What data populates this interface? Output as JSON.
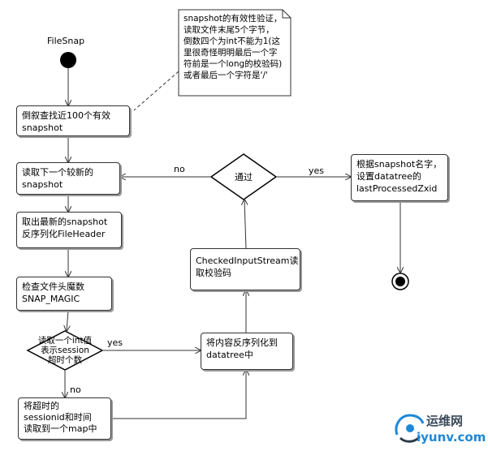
{
  "start_label": "FileSnap",
  "note": {
    "lines": [
      "snapshot的有效性验证，",
      "读取文件末尾5个字节，",
      "倒数四个为int不能为1(这",
      "里很奇怪明明最后一个字",
      "符前是一个long的校验码)",
      "或者最后一个字符是'/'"
    ]
  },
  "nodes": {
    "find_snapshots": [
      "倒叙查找近100个有效",
      "snapshot"
    ],
    "read_next": [
      "读取下一个较新的",
      "snapshot"
    ],
    "read_header": [
      "取出最新的snapshot",
      "反序列化FileHeader"
    ],
    "check_magic": [
      "检查文件头魔数",
      "SNAP_MAGIC"
    ],
    "read_int": [
      "读取一个int值",
      "表示session",
      "超时个数"
    ],
    "read_session_map": [
      "将超时的",
      "sessionid和时间",
      "读取到一个map中"
    ],
    "deserialize_datatree": [
      "将内容反序列化到",
      "datatree中"
    ],
    "read_checksum": [
      "CheckedInputStream读",
      "取校验码"
    ],
    "pass_check": "通过",
    "set_zxid": [
      "根据snapshot名字，",
      "设置datatree的",
      "lastProcessedZxid"
    ]
  },
  "edge_labels": {
    "no_pass": "no",
    "yes_pass": "yes",
    "yes_int": "yes",
    "no_int": "no"
  },
  "watermark": {
    "name": "运维网",
    "url": "iyunv.com"
  }
}
